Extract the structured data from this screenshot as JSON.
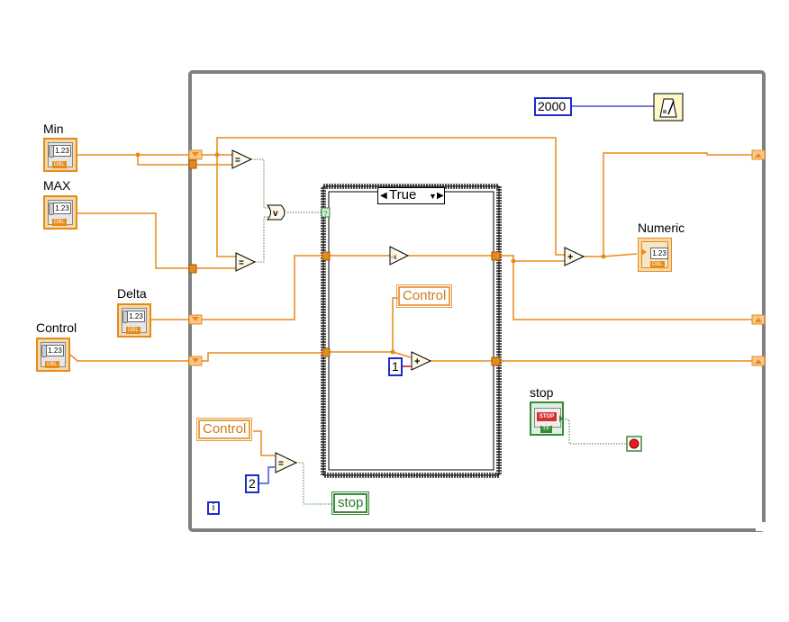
{
  "controls": {
    "min": {
      "label": "Min",
      "value": "1.23",
      "type": "DBL"
    },
    "max": {
      "label": "MAX",
      "value": "1.23",
      "type": "DBL"
    },
    "delta": {
      "label": "Delta",
      "value": "1.23",
      "type": "DBL"
    },
    "control": {
      "label": "Control",
      "value": "1.23",
      "type": "DBL"
    }
  },
  "indicators": {
    "numeric": {
      "label": "Numeric",
      "value": "1.23",
      "type": "DBL"
    }
  },
  "stop_button": {
    "label": "stop",
    "face": "STOP",
    "type": "TF"
  },
  "constants": {
    "wait_ms": "2000",
    "one": "1",
    "two": "2"
  },
  "case_structure": {
    "selector": "True"
  },
  "local_variables": {
    "control_inside_case": "Control",
    "control_read": "Control",
    "stop_write": "stop"
  },
  "iteration_terminal": "i",
  "boolean_constant": "?",
  "operators": {
    "equal": "=",
    "or": "v",
    "add": "+",
    "negate": "-x",
    "equal2": "="
  },
  "colors": {
    "numeric_wire": "#e88a1a",
    "boolean_wire": "#3a8a3a",
    "integer_wire": "#1b2ccc",
    "frame": "#808080"
  }
}
